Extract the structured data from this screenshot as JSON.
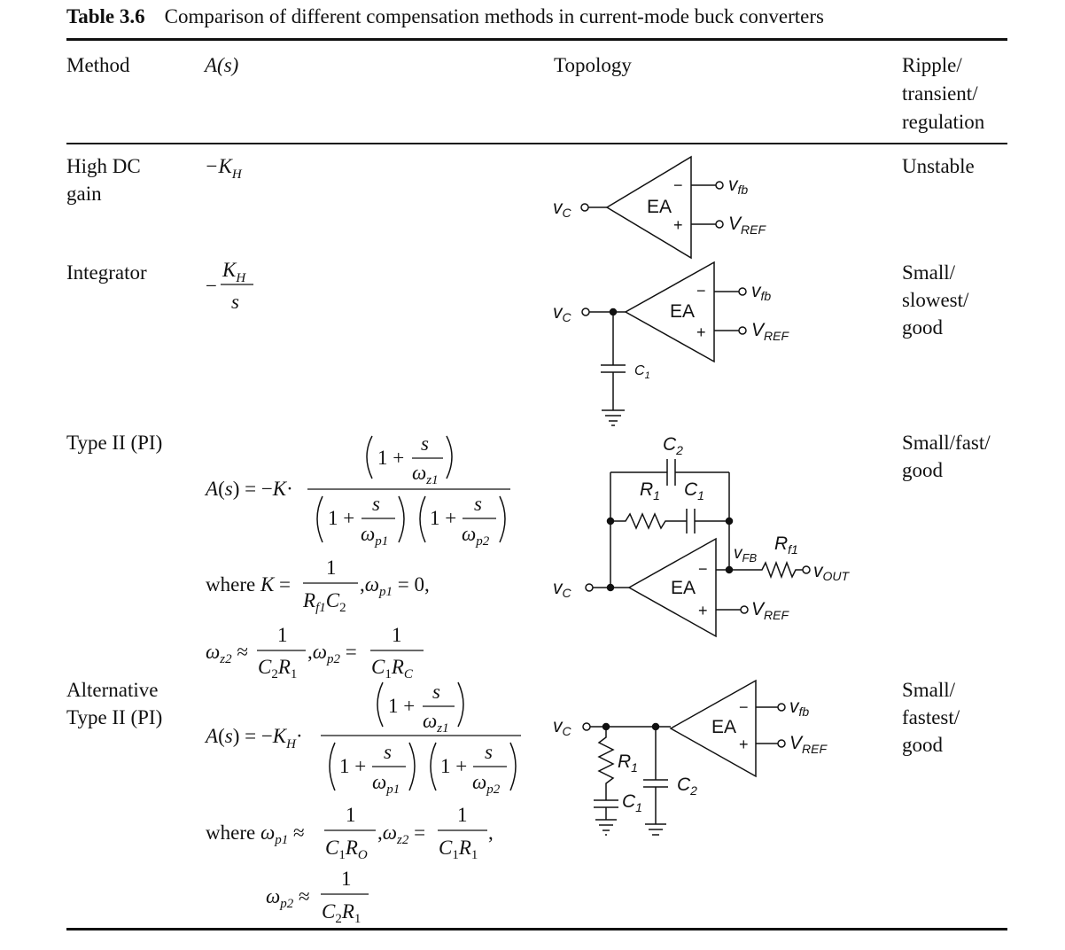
{
  "caption": {
    "number": "Table 3.6",
    "title": "Comparison of different compensation methods in current-mode buck converters"
  },
  "headers": {
    "method": "Method",
    "as": "A(s)",
    "topology": "Topology",
    "ripple": [
      "Ripple/",
      "transient/",
      "regulation"
    ]
  },
  "rows": [
    {
      "method": [
        "High DC",
        "gain"
      ],
      "as": "−K_H",
      "ripple": [
        "Unstable"
      ]
    },
    {
      "method": [
        "Integrator"
      ],
      "as": "−K_H / s",
      "ripple": [
        "Small/",
        "slowest/",
        "good"
      ]
    },
    {
      "method": [
        "Type II (PI)"
      ],
      "as": "A(s) = −K·(1 + s/ω_z1) / ((1 + s/ω_p1)(1 + s/ω_p2)), where K = 1/(R_f1 C_2), ω_p1 = 0, ω_z2 ≈ 1/(C_2 R_1), ω_p2 = 1/(C_1 R_C)",
      "ripple": [
        "Small/fast/",
        "good"
      ]
    },
    {
      "method": [
        "Alternative",
        "Type II (PI)"
      ],
      "as": "A(s) = −K_H·(1 + s/ω_z1) / ((1 + s/ω_p1)(1 + s/ω_p2)), where ω_p1 ≈ 1/(C_1 R_O), ω_z2 = 1/(C_1 R_1), ω_p2 ≈ 1/(C_2 R_1)",
      "ripple": [
        "Small/",
        "fastest/",
        "good"
      ]
    }
  ],
  "labels": {
    "ea": "EA",
    "minus": "−",
    "plus": "+",
    "vc": "v",
    "vc_sub": "C",
    "vfb": "v",
    "vfb_sub": "fb",
    "vref": "V",
    "vref_sub": "REF",
    "c1": "C",
    "c1_sub": "1",
    "c2": "C",
    "c2_sub": "2",
    "r1": "R",
    "r1_sub": "1",
    "rf1": "R",
    "rf1_sub": "f1",
    "vFB": "v",
    "vFB_sub": "FB",
    "vout": "v",
    "vout_sub": "OUT"
  }
}
